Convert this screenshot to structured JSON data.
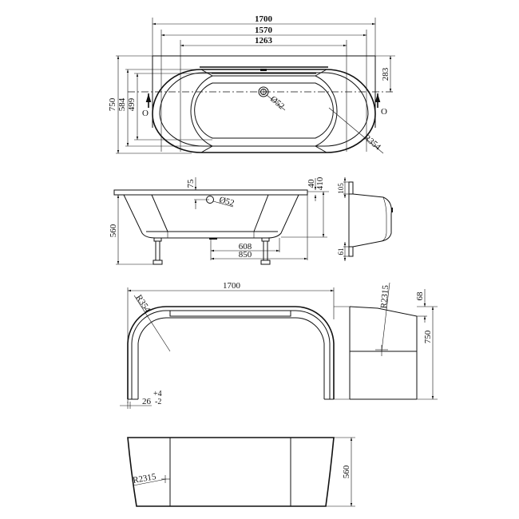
{
  "drawing": {
    "title": "Freestanding bath technical drawing",
    "views": [
      "top-view",
      "side-elevation",
      "end-elevation",
      "plan-section",
      "end-profile",
      "front-elevation"
    ]
  },
  "top_view": {
    "width_overall": "1700",
    "width_1570": "1570",
    "width_inner": "1263",
    "depth_overall": "750",
    "depth_584": "584",
    "depth_inner": "499",
    "offset_283": "283",
    "waste_diameter": "Ø52",
    "corner_radius": "R354",
    "centre_mark_left": "O",
    "centre_mark_right": "O"
  },
  "side_elevation": {
    "height_total": "560",
    "overflow_drop": "75",
    "overflow_diameter": "Ø52",
    "rim_40": "40",
    "depth_410": "410",
    "leg_spacing_608": "608",
    "leg_spacing_850": "850"
  },
  "end_elevation": {
    "rim_top": "105",
    "rim_bottom": "61"
  },
  "plan_section": {
    "width_overall": "1700",
    "corner_radius": "R354",
    "wall_thickness": "26",
    "tolerance_plus": "+4",
    "tolerance_minus": "-2"
  },
  "end_profile": {
    "radius": "R2315",
    "drop_68": "68",
    "depth_750": "750"
  },
  "front_elevation": {
    "radius": "R2315",
    "height": "560"
  }
}
